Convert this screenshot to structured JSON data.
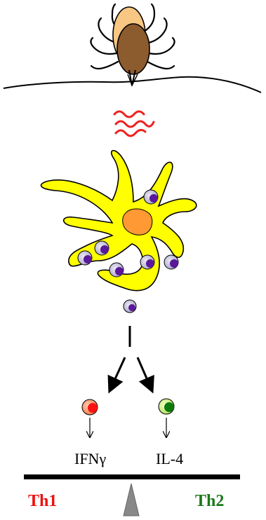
{
  "labels": {
    "cytokine_left": "IFNγ",
    "cytokine_right": "IL-4",
    "balance_left": "Th1",
    "balance_right": "Th2"
  },
  "colors": {
    "th1": "#ee1111",
    "th2": "#1a7a1a",
    "dendritic_cell": "#ffff00",
    "nucleus": "#ff9900",
    "tick_body": "#8a5a2b",
    "tick_shield": "#f5c27a",
    "saliva": "#ee2222",
    "t_cell_left": "#ff1111",
    "t_cell_right": "#0a7a0a",
    "lymphocyte": "#5a189a"
  },
  "icons": [
    "tick-icon",
    "tick-saliva-icon",
    "dendritic-cell-icon",
    "naive-t-cell-icon",
    "th1-cell-icon",
    "th2-cell-icon",
    "balance-fulcrum-icon"
  ]
}
